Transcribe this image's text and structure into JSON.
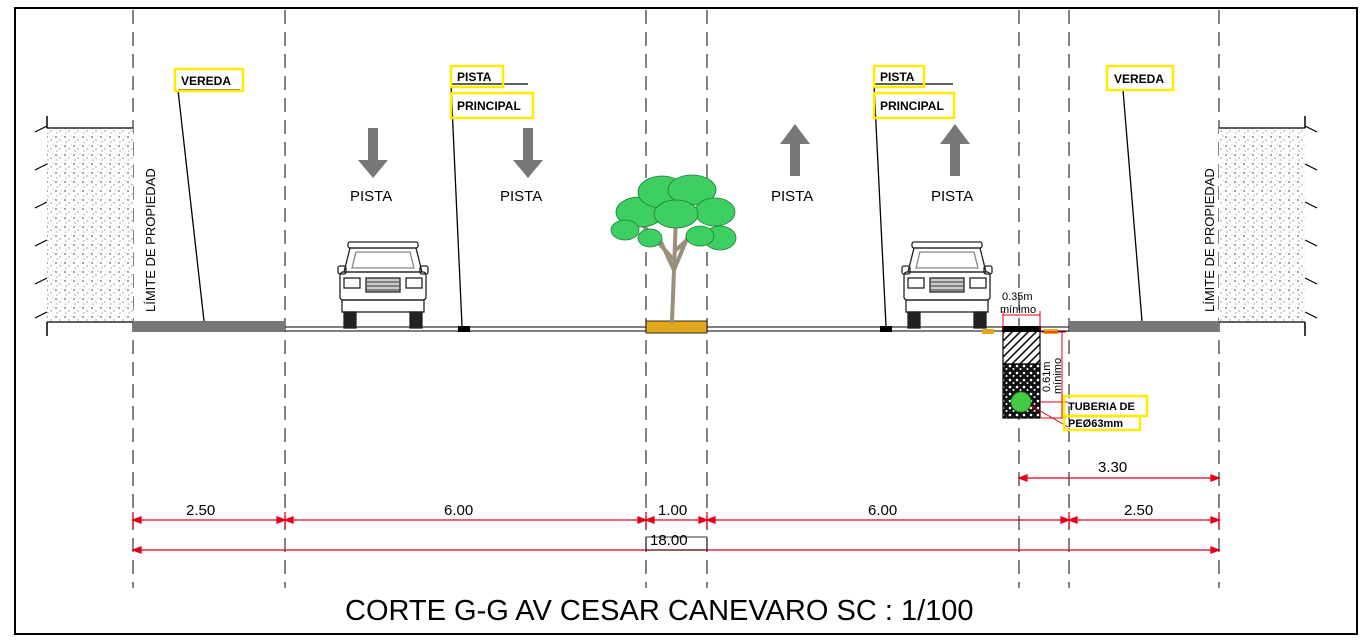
{
  "title": "CORTE G-G  AV CESAR CANEVARO SC : 1/100",
  "labels": {
    "vereda_left": "VEREDA",
    "vereda_right": "VEREDA",
    "pista_tag_left": "PISTA",
    "principal_tag_left": "PRINCIPAL",
    "pista_tag_right": "PISTA",
    "principal_tag_right": "PRINCIPAL",
    "lane_1": "PISTA",
    "lane_2": "PISTA",
    "lane_3": "PISTA",
    "lane_4": "PISTA",
    "property_left": "LÍMITE DE PROPIEDAD",
    "property_right": "LÍMITE DE PROPIEDAD",
    "trench_width_value": "0.35m",
    "trench_width_note": "mínimo",
    "trench_depth_value": "0.61m",
    "trench_depth_note": "mínimo",
    "pipe_line1": "TUBERIA DE",
    "pipe_line2": "PEØ63mm"
  },
  "dimensions": {
    "vereda_left": "2.50",
    "pista_left": "6.00",
    "berma": "1.00",
    "pista_right": "6.00",
    "vereda_right": "2.50",
    "total": "18.00",
    "offset": "3.30"
  },
  "colors": {
    "dimension": "#e3001b",
    "tag_border": "#ffec00",
    "pavement": "#777777",
    "grass": "#e0a81a",
    "tree_leaf": "#3ecf63",
    "tree_trunk": "#9a8f7a",
    "pipe": "#44cc44"
  }
}
